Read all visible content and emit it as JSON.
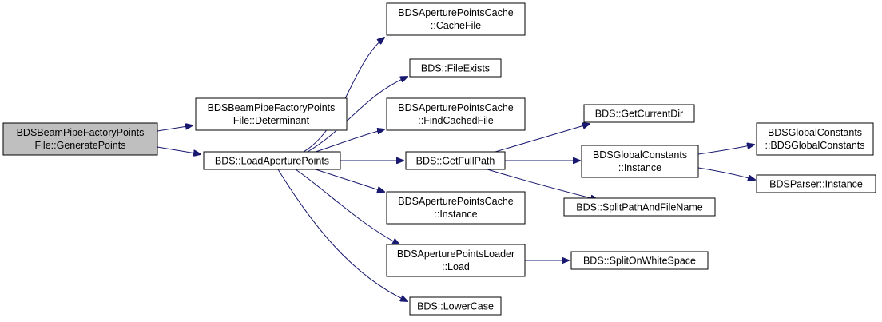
{
  "nodes": [
    {
      "id": "n0",
      "lines": [
        "BDSBeamPipeFactoryPoints",
        "File::GeneratePoints"
      ],
      "root": true
    },
    {
      "id": "n1",
      "lines": [
        "BDSBeamPipeFactoryPoints",
        "File::Determinant"
      ]
    },
    {
      "id": "n2",
      "lines": [
        "BDS::LoadAperturePoints"
      ]
    },
    {
      "id": "n3",
      "lines": [
        "BDSAperturePointsCache",
        "::CacheFile"
      ]
    },
    {
      "id": "n4",
      "lines": [
        "BDS::FileExists"
      ]
    },
    {
      "id": "n5",
      "lines": [
        "BDSAperturePointsCache",
        "::FindCachedFile"
      ]
    },
    {
      "id": "n6",
      "lines": [
        "BDS::GetFullPath"
      ]
    },
    {
      "id": "n7",
      "lines": [
        "BDSAperturePointsCache",
        "::Instance"
      ]
    },
    {
      "id": "n8",
      "lines": [
        "BDSAperturePointsLoader",
        "::Load"
      ]
    },
    {
      "id": "n9",
      "lines": [
        "BDS::LowerCase"
      ]
    },
    {
      "id": "n10",
      "lines": [
        "BDS::GetCurrentDir"
      ]
    },
    {
      "id": "n11",
      "lines": [
        "BDSGlobalConstants",
        "::Instance"
      ]
    },
    {
      "id": "n12",
      "lines": [
        "BDS::SplitPathAndFileName"
      ]
    },
    {
      "id": "n13",
      "lines": [
        "BDS::SplitOnWhiteSpace"
      ]
    },
    {
      "id": "n14",
      "lines": [
        "BDSGlobalConstants",
        "::BDSGlobalConstants"
      ]
    },
    {
      "id": "n15",
      "lines": [
        "BDSParser::Instance"
      ]
    }
  ],
  "edges": [
    [
      "n0",
      "n1"
    ],
    [
      "n0",
      "n2"
    ],
    [
      "n2",
      "n3"
    ],
    [
      "n2",
      "n4"
    ],
    [
      "n2",
      "n5"
    ],
    [
      "n2",
      "n6"
    ],
    [
      "n2",
      "n7"
    ],
    [
      "n2",
      "n8"
    ],
    [
      "n2",
      "n9"
    ],
    [
      "n6",
      "n10"
    ],
    [
      "n6",
      "n11"
    ],
    [
      "n6",
      "n12"
    ],
    [
      "n8",
      "n13"
    ],
    [
      "n11",
      "n14"
    ],
    [
      "n11",
      "n15"
    ]
  ],
  "colors": {
    "edge": "#191970",
    "root_fill": "#bfbfbf",
    "node_fill": "#ffffff",
    "border": "#000000"
  }
}
